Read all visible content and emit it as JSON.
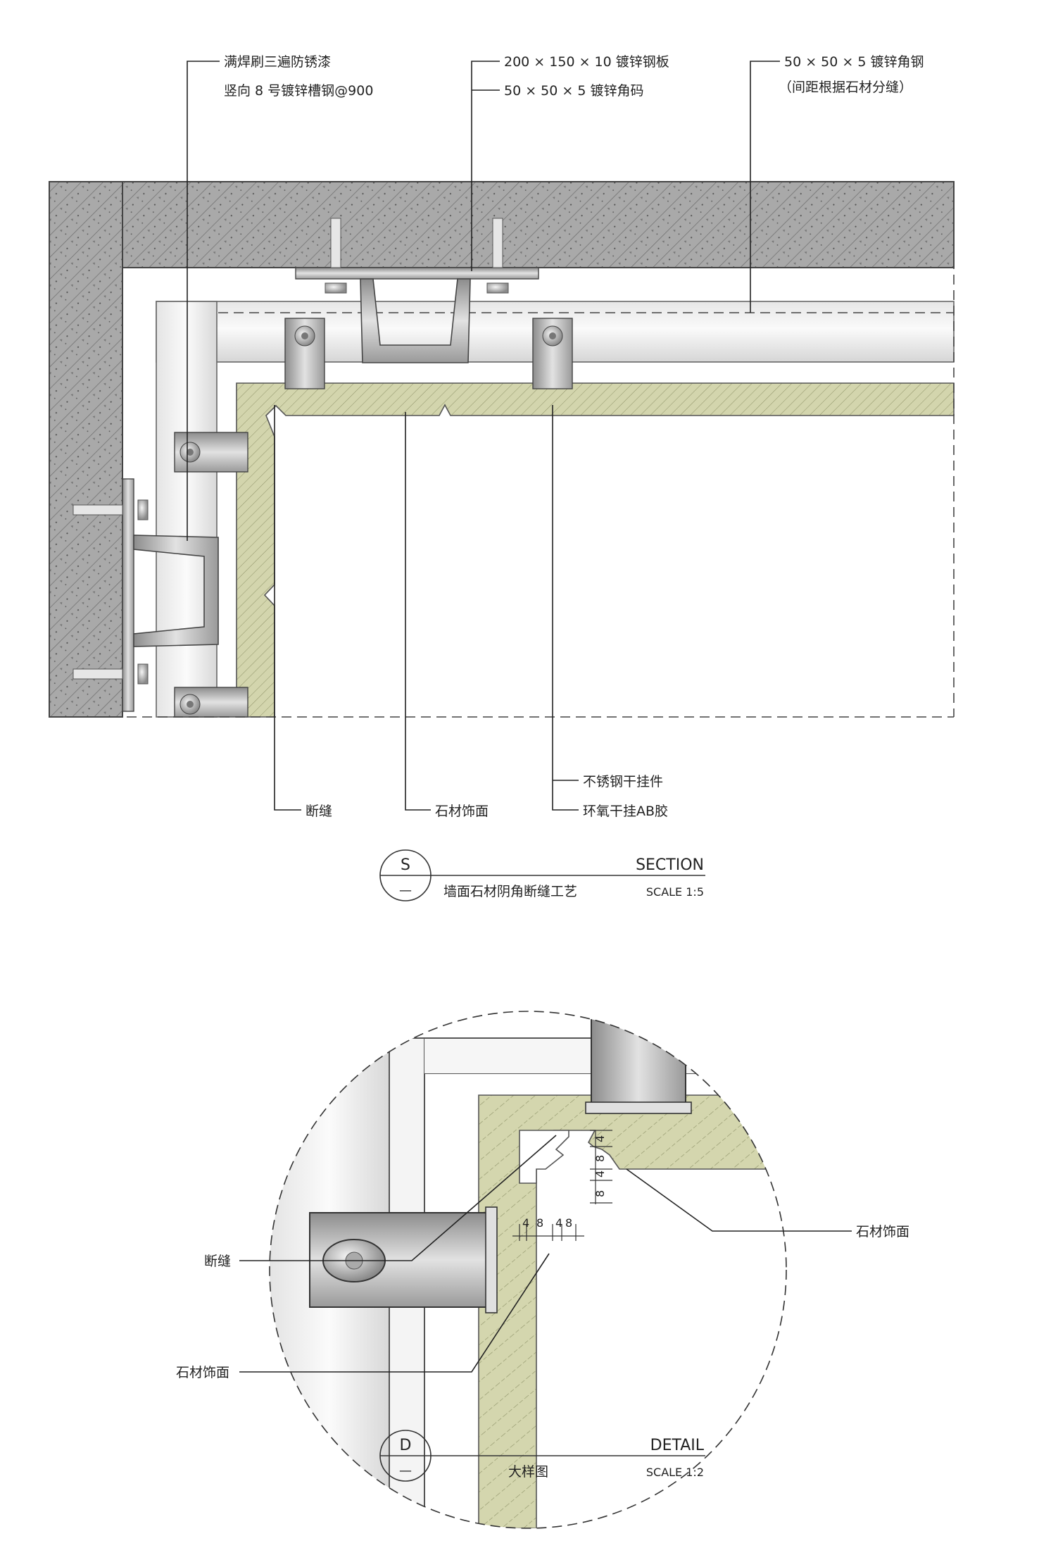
{
  "section": {
    "labels": {
      "weld_paint": "满焊刷三遍防锈漆",
      "channel_steel": "竖向 8 号镀锌槽钢@900",
      "steel_plate": "200 × 150 × 10 镀锌钢板",
      "angle_code": "50 × 50 × 5 镀锌角码",
      "angle_steel": "50 × 50 × 5 镀锌角钢",
      "angle_steel_note": "（间距根据石材分缝）",
      "stainless_hanger": "不锈钢干挂件",
      "epoxy_glue": "环氧干挂AB胶",
      "joint": "断缝",
      "stone_facing": "石材饰面"
    },
    "title_block": {
      "symbol_letter": "S",
      "symbol_sub": "—",
      "type": "SECTION",
      "title": "墙面石材阴角断缝工艺",
      "scale": "SCALE 1:5"
    }
  },
  "detail": {
    "labels": {
      "joint": "断缝",
      "stone_facing_left": "石材饰面",
      "stone_facing_right": "石材饰面"
    },
    "dims_horizontal": [
      "4",
      "8",
      "4",
      "8"
    ],
    "dims_vertical": [
      "4",
      "8",
      "4",
      "8"
    ],
    "title_block": {
      "symbol_letter": "D",
      "symbol_sub": "—",
      "type": "DETAIL",
      "title": "大样图",
      "scale": "SCALE 1:2"
    }
  },
  "colors": {
    "concrete": "#a8a8a8",
    "stone": "#d4d6ae",
    "steel": "#b9b9b9",
    "line": "#333333"
  }
}
